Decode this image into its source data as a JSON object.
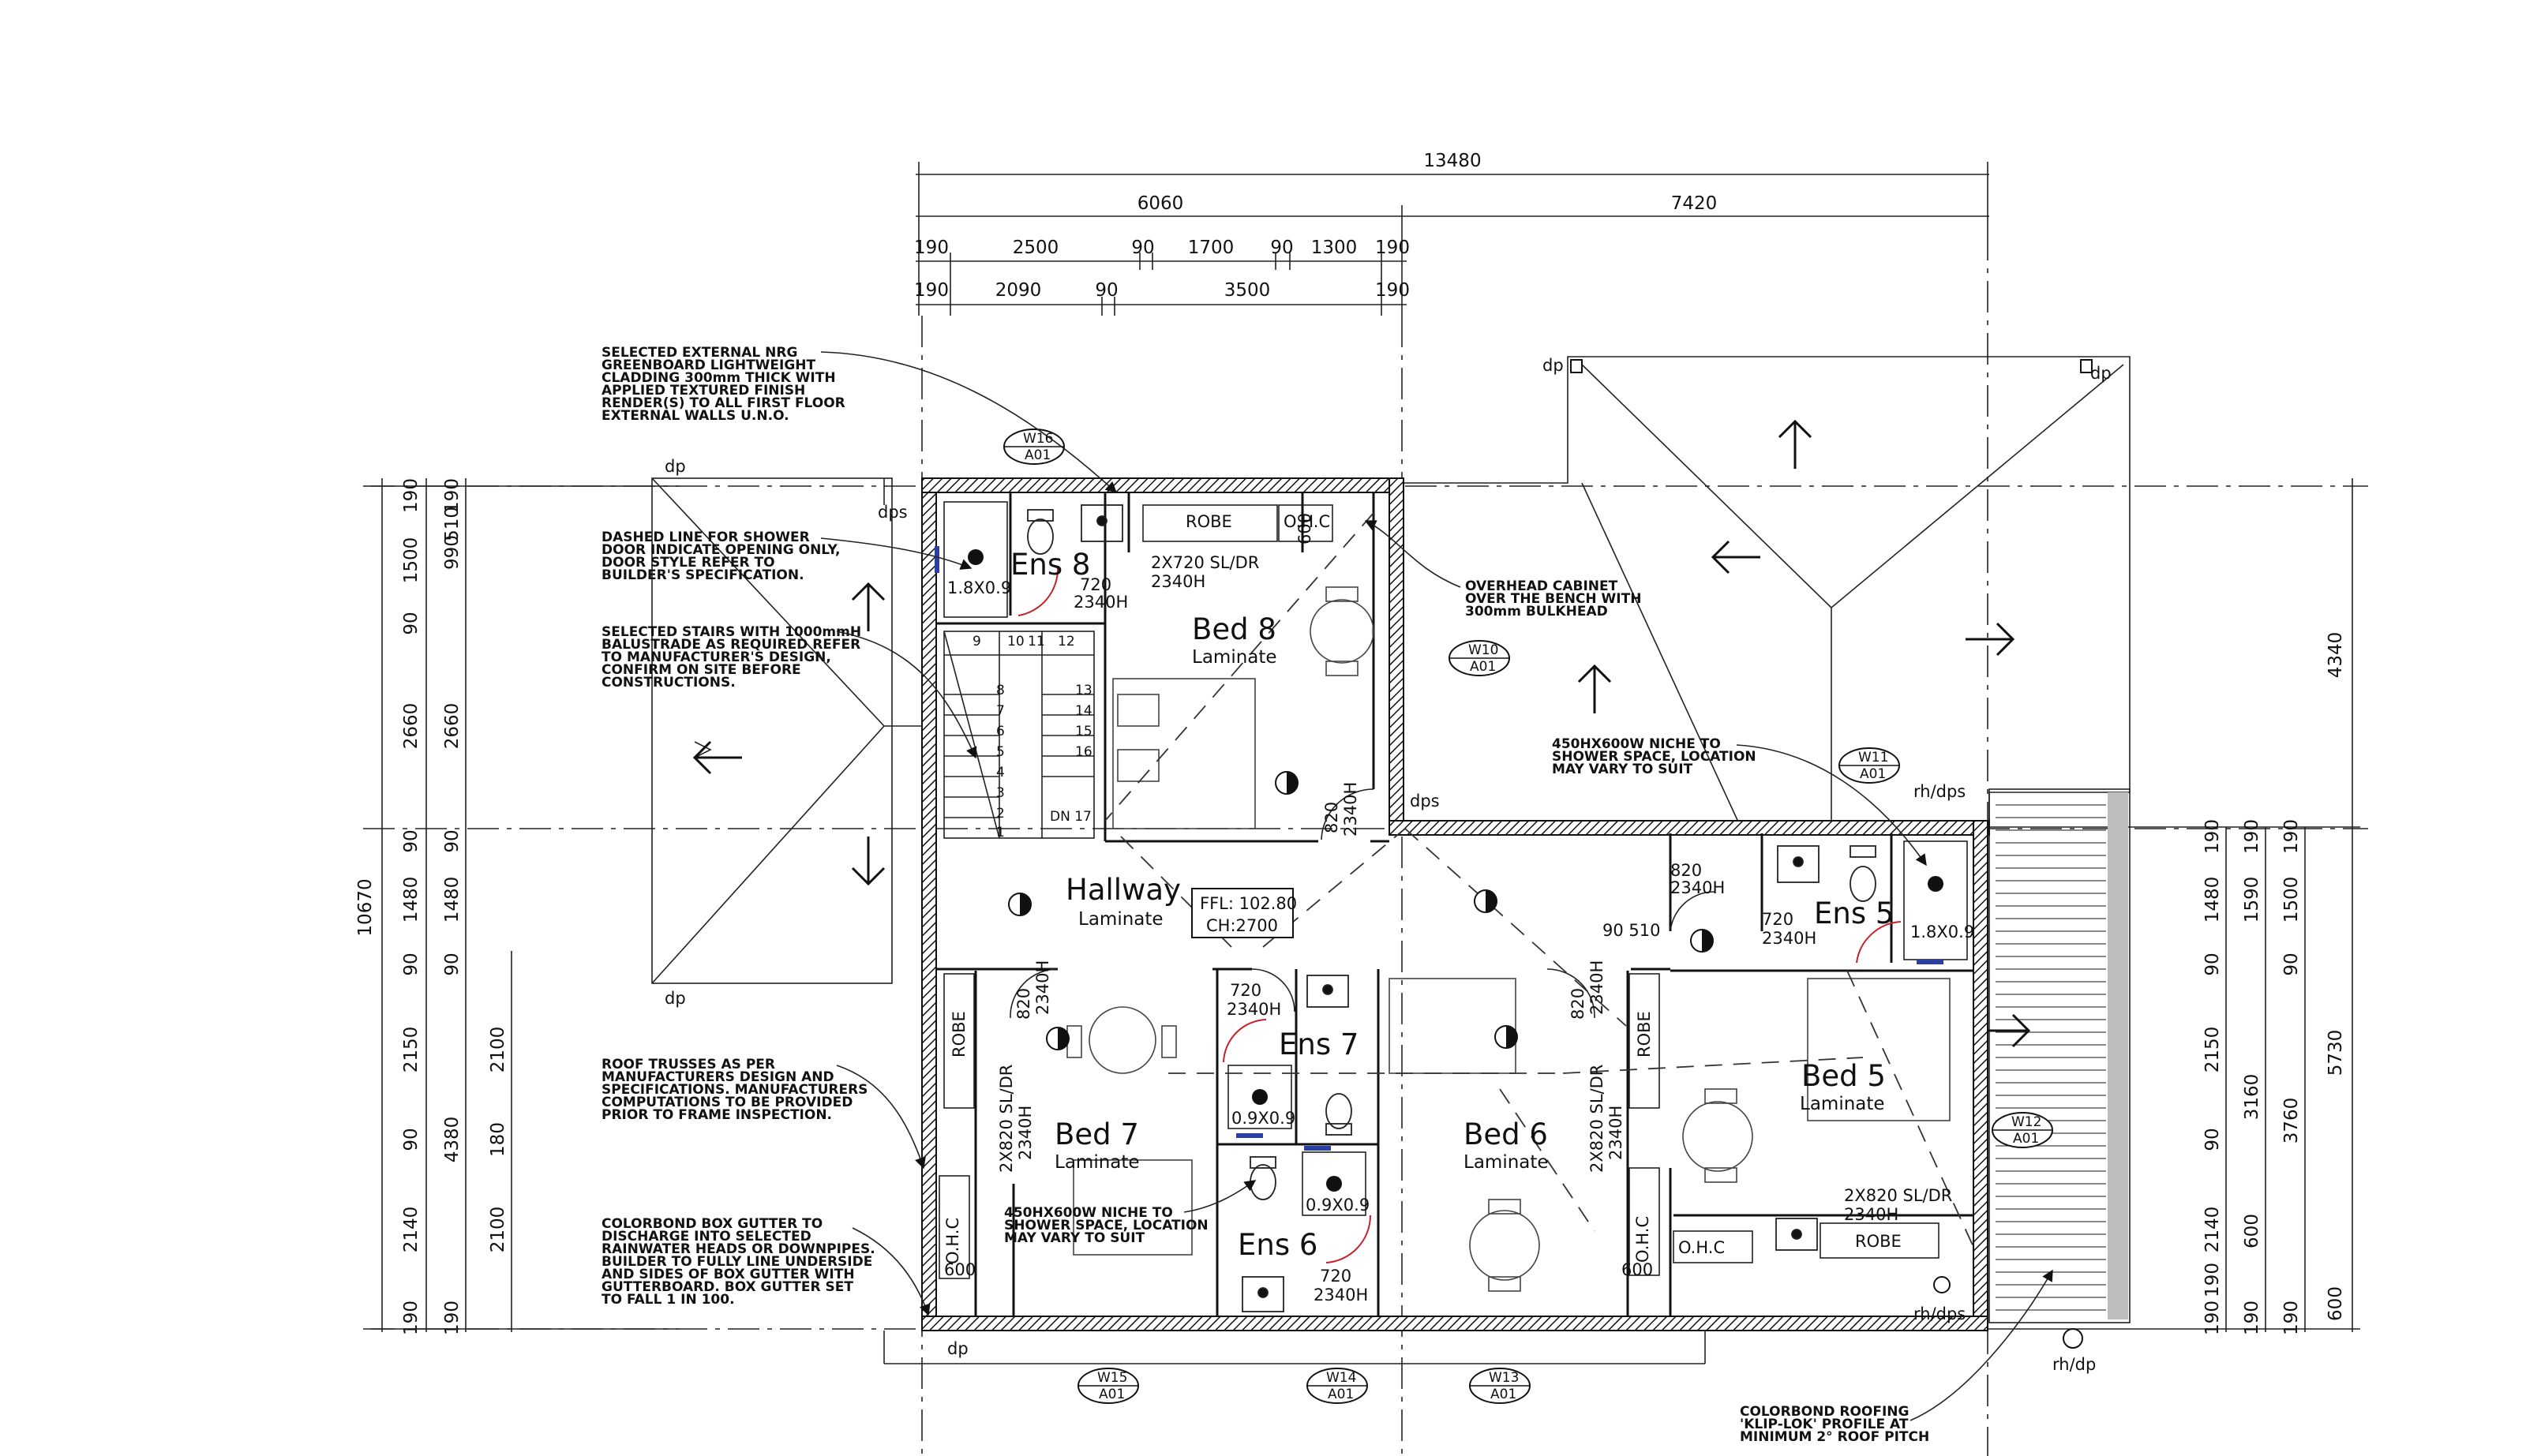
{
  "dimensions": {
    "top": {
      "overall": "13480",
      "row2": [
        "6060",
        "7420"
      ],
      "row3": [
        "190",
        "2500",
        "90",
        "1700",
        "90",
        "1300",
        "190"
      ],
      "row4": [
        "190",
        "2090",
        "90",
        "3500",
        "190"
      ]
    },
    "left": {
      "overall": "10670",
      "col2": [
        "190",
        "1500",
        "90",
        "2660",
        "90",
        "1480",
        "90",
        "2150",
        "90",
        "2140",
        "190"
      ],
      "col3": [
        "190",
        "990",
        "90",
        "510",
        "2660",
        "90",
        "1480",
        "90",
        "4380",
        "190"
      ],
      "col4": [
        "2100",
        "180",
        "2100"
      ]
    },
    "right": {
      "top": "4340",
      "outer": "5730",
      "bottom": "600",
      "col1": [
        "190",
        "1480",
        "90",
        "2150",
        "90",
        "2140",
        "190",
        "190"
      ],
      "col2": [
        "190",
        "1590",
        "3160",
        "600",
        "190"
      ],
      "col3": [
        "190",
        "1500",
        "90",
        "3760",
        "190"
      ]
    }
  },
  "rooms": [
    {
      "name": "Ens 8",
      "sub": ""
    },
    {
      "name": "Bed 8",
      "sub": "Laminate"
    },
    {
      "name": "Hallway",
      "sub": "Laminate"
    },
    {
      "name": "Ens 7",
      "sub": ""
    },
    {
      "name": "Bed 7",
      "sub": "Laminate"
    },
    {
      "name": "Ens 6",
      "sub": ""
    },
    {
      "name": "Bed 6",
      "sub": "Laminate"
    },
    {
      "name": "Ens 5",
      "sub": ""
    },
    {
      "name": "Bed 5",
      "sub": "Laminate"
    }
  ],
  "level": {
    "ffl": "FFL: 102.80",
    "ch": "CH:2700"
  },
  "labels": {
    "robe": "ROBE",
    "ohc": "O.H.C",
    "dn": "DN 17",
    "shower": "1.8X0.9",
    "shower_small": "0.9X0.9",
    "sl_dr_1": "2X720 SL/DR",
    "sl_dr_h": "2340H",
    "sl_dr_2": "2X820 SL/DR",
    "d720": "720",
    "d820": "820",
    "d600": "600",
    "d90_510": "90 510",
    "h2340": "2340H"
  },
  "downpipes": {
    "dp": "dp",
    "dps": "dps",
    "rh_dps": "rh/dps",
    "rh_dp": "rh/dp"
  },
  "windows": [
    {
      "id": "W16",
      "sheet": "A01"
    },
    {
      "id": "W10",
      "sheet": "A01"
    },
    {
      "id": "W11",
      "sheet": "A01"
    },
    {
      "id": "W12",
      "sheet": "A01"
    },
    {
      "id": "W15",
      "sheet": "A01"
    },
    {
      "id": "W14",
      "sheet": "A01"
    },
    {
      "id": "W13",
      "sheet": "A01"
    }
  ],
  "stair_numbers": [
    "9",
    "10",
    "11",
    "12",
    "13",
    "14",
    "15",
    "16",
    "8",
    "7",
    "6",
    "5",
    "4",
    "3",
    "2",
    "1"
  ],
  "notes": {
    "cladding": [
      "SELECTED EXTERNAL NRG",
      "GREENBOARD LIGHTWEIGHT",
      "CLADDING 300mm THICK WITH",
      "APPLIED TEXTURED FINISH",
      "RENDER(S) TO ALL FIRST FLOOR",
      "EXTERNAL WALLS U.N.O."
    ],
    "shower_door": [
      "DASHED LINE FOR SHOWER",
      "DOOR INDICATE OPENING ONLY,",
      "DOOR STYLE REFER TO",
      "BUILDER'S SPECIFICATION."
    ],
    "stairs": [
      "SELECTED STAIRS WITH 1000mmH",
      "BALUSTRADE AS REQUIRED REFER",
      "TO MANUFACTURER'S DESIGN,",
      "CONFIRM ON SITE BEFORE",
      "CONSTRUCTIONS."
    ],
    "overhead": [
      "OVERHEAD CABINET",
      "OVER THE BENCH WITH",
      "300mm BULKHEAD"
    ],
    "niche_top": [
      "450HX600W NICHE TO",
      "SHOWER SPACE, LOCATION",
      "MAY VARY TO SUIT"
    ],
    "trusses": [
      "ROOF TRUSSES AS PER",
      "MANUFACTURERS DESIGN AND",
      "SPECIFICATIONS. MANUFACTURERS",
      "COMPUTATIONS TO BE PROVIDED",
      "PRIOR TO FRAME INSPECTION."
    ],
    "niche_bottom": [
      "450HX600W NICHE TO",
      "SHOWER SPACE, LOCATION",
      "MAY VARY TO SUIT"
    ],
    "gutter": [
      "COLORBOND BOX GUTTER TO",
      "DISCHARGE INTO SELECTED",
      "RAINWATER HEADS OR DOWNPIPES.",
      "BUILDER TO FULLY LINE UNDERSIDE",
      "AND SIDES OF BOX GUTTER WITH",
      "GUTTERBOARD. BOX GUTTER SET",
      "TO FALL 1 IN 100."
    ],
    "roofing": [
      "COLORBOND ROOFING",
      "'KLIP-LOK' PROFILE AT",
      "MINIMUM 2° ROOF PITCH"
    ]
  }
}
